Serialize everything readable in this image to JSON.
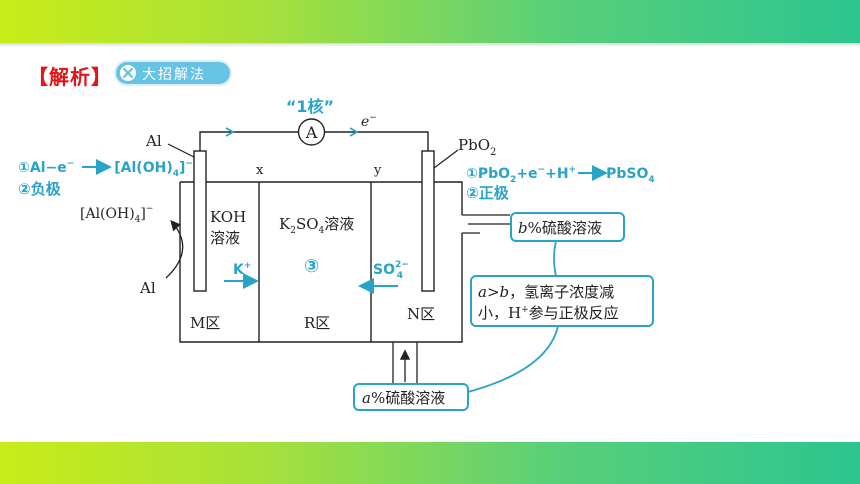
{
  "header": {
    "label": "【解析】",
    "badge": "大招解法"
  },
  "circuit": {
    "nucleus": "“1核”",
    "ammeter": "A",
    "electron": "e",
    "electron_sup": "−",
    "x": "x",
    "y": "y",
    "al_left": "Al",
    "pbo2": "PbO",
    "pbo2_sub": "2"
  },
  "left_notes": {
    "eq_prefix": "①Al−e",
    "eq_sup": "−",
    "eq_product": "[Al(OH)",
    "eq_product_sub": "4",
    "eq_product_end": "]",
    "eq_product_sup": "−",
    "pole": "②负极"
  },
  "right_notes": {
    "eq_a": "①PbO",
    "eq_a_sub": "2",
    "eq_b": "+e",
    "eq_b_sup": "−",
    "eq_c": "+H",
    "eq_c_sup": "+",
    "eq_product": "PbSO",
    "eq_product_sub": "4",
    "pole": "②正极"
  },
  "cell": {
    "product_label": "[Al(OH)",
    "product_sub": "4",
    "product_end": "]",
    "product_sup": "−",
    "al_bottom": "Al",
    "koh_1": "KOH",
    "koh_2": "溶液",
    "k2so4_k": "K",
    "k2so4_sub2": "2",
    "k2so4_so": "SO",
    "k2so4_sub4": "4",
    "k2so4_tail": "溶液",
    "k_ion": "K",
    "k_ion_sup": "+",
    "circle3": "③",
    "so4_ion": "SO",
    "so4_sup": "2−",
    "so4_sub": "4",
    "m_zone": "M区",
    "r_zone": "R区",
    "n_zone": "N区"
  },
  "boxes": {
    "b_var": "b",
    "b_text": "%硫酸溶液",
    "a_var": "a",
    "a_text": "%硫酸溶液",
    "note_var_a": "a",
    "note_gt": ">",
    "note_var_b": "b",
    "note_line1": "，氢离子浓度减",
    "note_line2a": "小，H",
    "note_line2_sup": "+",
    "note_line2b": "参与正极反应"
  },
  "colors": {
    "accent": "#2aa3c8",
    "header_red": "#e0161a",
    "badge": "#67c3e4"
  },
  "icons": {
    "badge_icon": "tools-icon"
  }
}
